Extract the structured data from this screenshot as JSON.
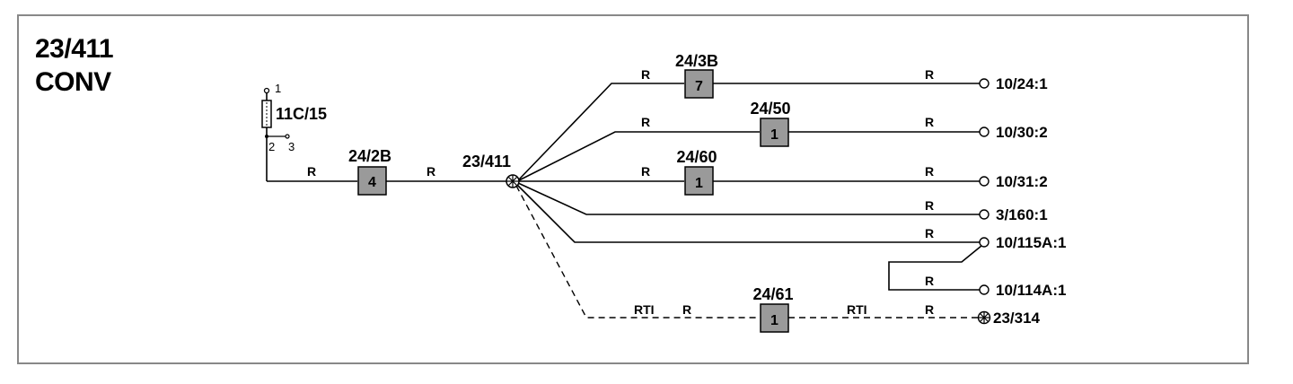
{
  "title": {
    "line1": "23/411",
    "line2": "CONV"
  },
  "fuse": {
    "label": "11C/15",
    "pin_top": "1",
    "pin_bottom": "2",
    "pin_side": "3"
  },
  "hub": {
    "label": "23/411"
  },
  "connectors": {
    "main_24_2b": {
      "label": "24/2B",
      "pin": "4"
    },
    "c_24_3b": {
      "label": "24/3B",
      "pin": "7"
    },
    "c_24_50": {
      "label": "24/50",
      "pin": "1"
    },
    "c_24_60": {
      "label": "24/60",
      "pin": "1"
    },
    "c_24_61": {
      "label": "24/61",
      "pin": "1"
    }
  },
  "wire_colors": {
    "r": "R",
    "rti": "RTI"
  },
  "endpoints": {
    "e1": "10/24:1",
    "e2": "10/30:2",
    "e3": "10/31:2",
    "e4": "3/160:1",
    "e5": "10/115A:1",
    "e6": "10/114A:1",
    "e7": "23/314"
  }
}
